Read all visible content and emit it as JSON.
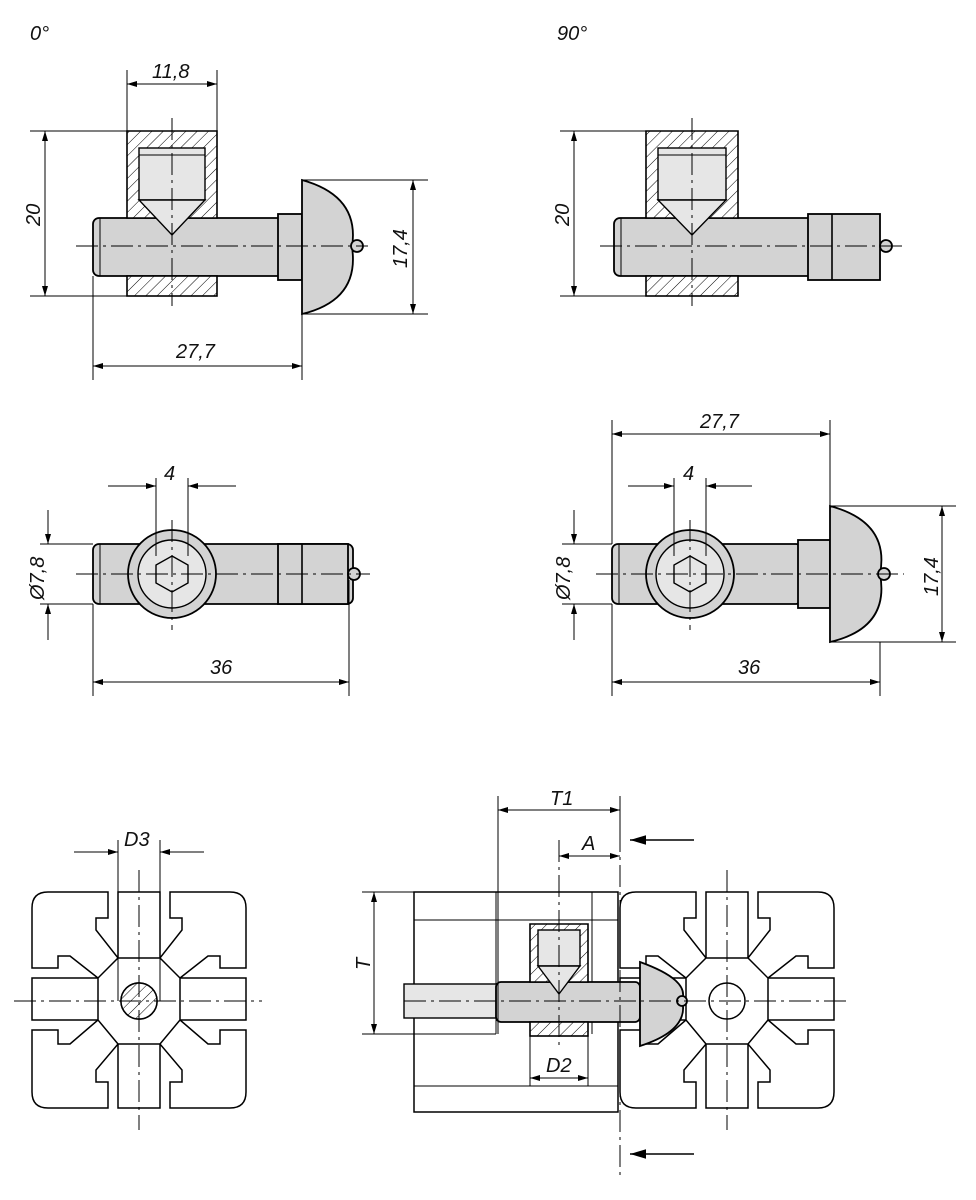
{
  "views": {
    "angle_0": "0°",
    "angle_90": "90°"
  },
  "dimensions": {
    "nut_width": "11,8",
    "height_20_left": "20",
    "height_20_right": "20",
    "head_dia_left": "17,4",
    "head_dia_right": "17,4",
    "length_277_left": "27,7",
    "length_277_right": "27,7",
    "hex_4_left": "4",
    "hex_4_right": "4",
    "pin_dia_left": "Ø7,8",
    "pin_dia_right": "Ø7,8",
    "total_36_left": "36",
    "total_36_right": "36"
  },
  "labels": {
    "d3": "D3",
    "t1": "T1",
    "a": "A",
    "t": "T",
    "d2": "D2"
  }
}
